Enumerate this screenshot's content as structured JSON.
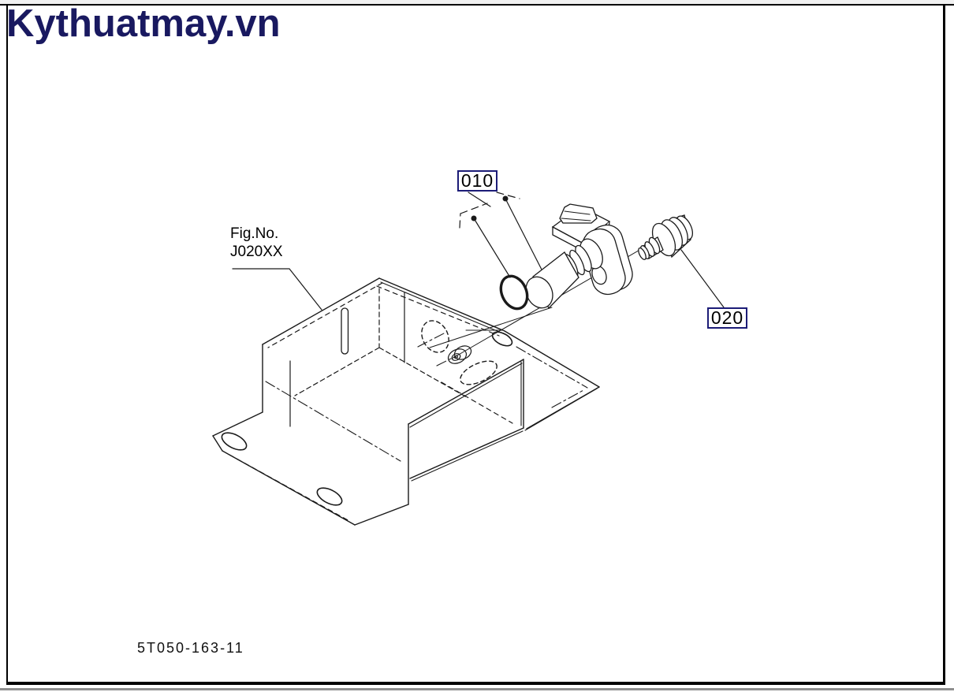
{
  "page": {
    "site_logo": "Kythuatmay.vn"
  },
  "figure": {
    "fig_label": "Fig.No.",
    "fig_value": "J020XX",
    "fig_text": "Fig.No.\nJ020XX",
    "drawing_code": "5T050-163-11",
    "callouts": [
      {
        "id": "010"
      },
      {
        "id": "020"
      }
    ],
    "drawing_description": "Exploded parts diagram: mounting bracket, O-ring and sensor assembly (010) with connector plug (020)"
  },
  "colors": {
    "logo": "#191960",
    "callout_border": "#1c1c77",
    "line": "#1a1a1a",
    "frame_border": "#000000",
    "top_strip": "#f1f1f1",
    "bottom_bar": "#8f8f8f"
  }
}
